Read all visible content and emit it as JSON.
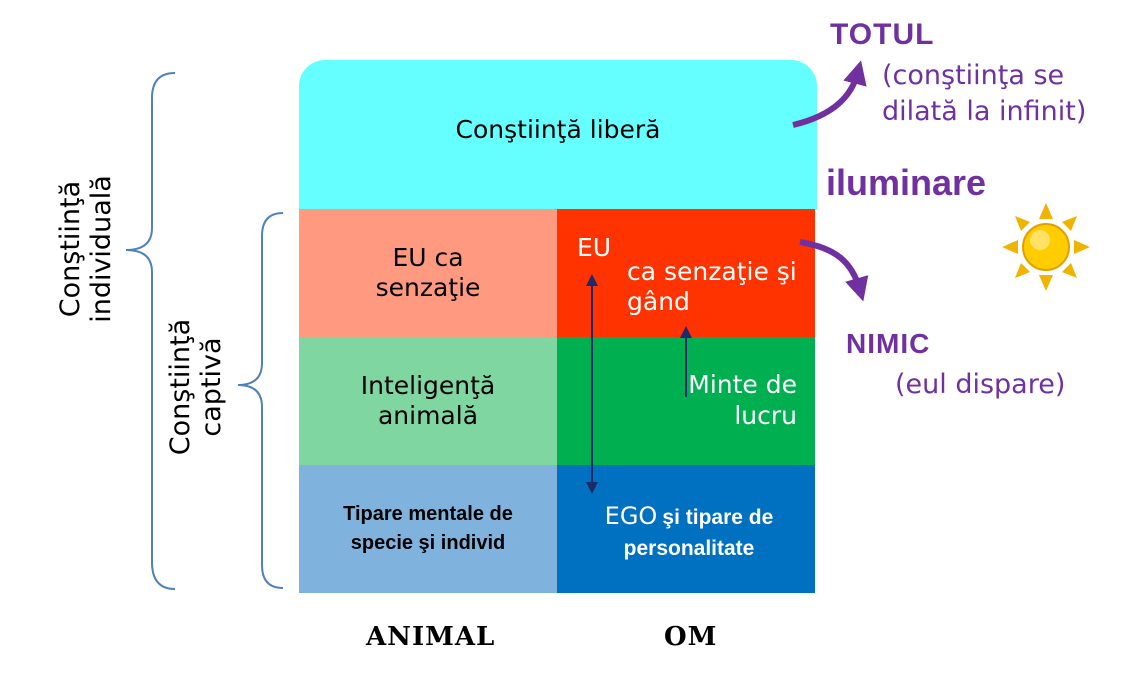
{
  "top": {
    "label": "Conştiinţă liberă"
  },
  "grid": {
    "animal_row1": "EU ca senzaţie",
    "om_row1_a": "EU",
    "om_row1_b": "ca senzaţie şi gând",
    "animal_row2": "Inteligenţă animală",
    "om_row2": "Minte de lucru",
    "animal_row3": "Tipare mentale de specie şi individ",
    "om_row3_a": "EGO",
    "om_row3_b": "şi tipare de personalitate"
  },
  "columns": {
    "animal": "ANIMAL",
    "om": "OM"
  },
  "left": {
    "individual": "Conştiinţă individuală",
    "captive": "Conştiinţă captivă"
  },
  "right": {
    "totul_title": "TOTUL",
    "totul_desc": "(conştiinţa se dilată la infinit)",
    "iluminare": "iluminare",
    "nimic_title": "NIMIC",
    "nimic_desc": "(eul dispare)"
  },
  "colors": {
    "cyan": "#66ffff",
    "salmon": "#ff9980",
    "red_orange": "#ff3300",
    "light_green": "#80d6a0",
    "green": "#00b050",
    "light_blue": "#7fb3dd",
    "blue": "#0070c0",
    "purple": "#7030a0",
    "navy": "#1f2a6b",
    "bracket": "#4f81bd"
  }
}
